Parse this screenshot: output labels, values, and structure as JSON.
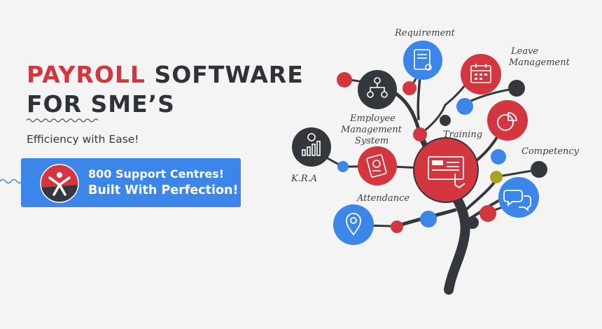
{
  "headline": {
    "accent": "PAYROLL",
    "rest_line1": " SOFTWARE",
    "line2": "FOR SME’S"
  },
  "tagline": "Efficiency with Ease!",
  "support_box": {
    "line1": "800 Support Centres!",
    "line2": "Built With Perfection!"
  },
  "tree_labels": {
    "requirement": "Requirement",
    "leave_line1": "Leave",
    "leave_line2": "Management",
    "employee_line1": "Employee",
    "employee_line2": "Management",
    "employee_line3": "System",
    "training": "Training",
    "competency": "Competency",
    "kra": "K.R.A",
    "attendance": "Attendance"
  },
  "colors": {
    "red": "#d3363f",
    "dark": "#2f3237",
    "blue": "#3b86e8",
    "olive": "#a6a325",
    "background": "#f4f4f4"
  },
  "icons": {
    "requirement": "certificate-icon",
    "employee": "org-chart-icon",
    "leave": "calendar-icon",
    "ems": "id-card-icon",
    "training": "touch-screen-icon",
    "competency": "pie-chart-icon",
    "kra": "bar-chart-icon",
    "attendance": "location-pin-icon",
    "chat": "chat-bubbles-icon"
  }
}
